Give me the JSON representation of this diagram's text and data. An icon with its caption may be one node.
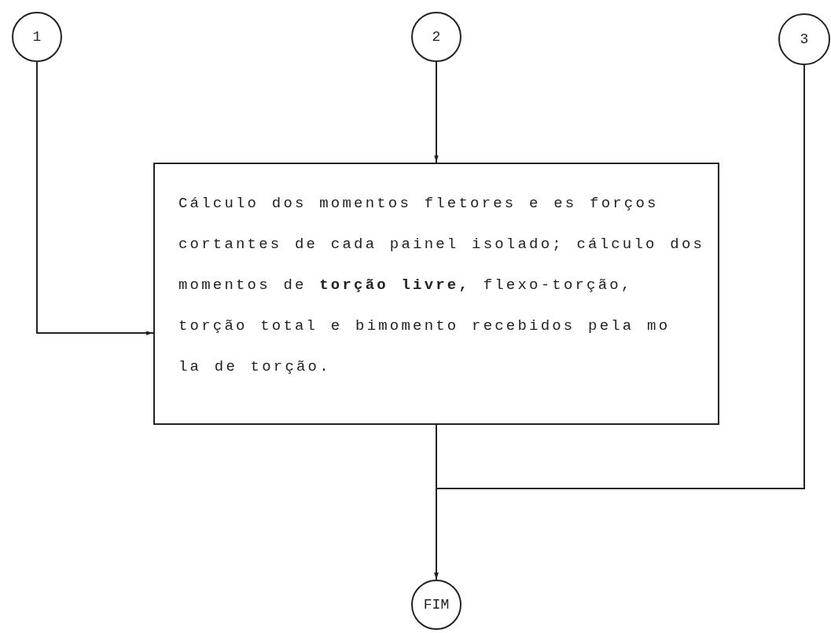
{
  "diagram": {
    "nodes": [
      {
        "text": [
          "1"
        ]
      },
      {
        "text": [
          "2"
        ]
      },
      {
        "text": [
          "3"
        ]
      },
      {
        "text": [
          "Cálculo dos momentos fletores e es forços cortantes de cada painel isolado; cálculo dos momentos de **torção livre,** flexo-torção, torção total e bimomento recebidos pela mo la de torção."
        ]
      },
      {
        "text": [
          "FIM"
        ]
      }
    ],
    "edges": [
      {
        "from": 0,
        "to": 3,
        "arrow": "to"
      },
      {
        "from": 1,
        "to": 3,
        "arrow": "to"
      },
      {
        "from": 3,
        "to": 4,
        "arrow": "to"
      },
      {
        "from": 2,
        "to": 4,
        "arrow": "to"
      }
    ]
  }
}
